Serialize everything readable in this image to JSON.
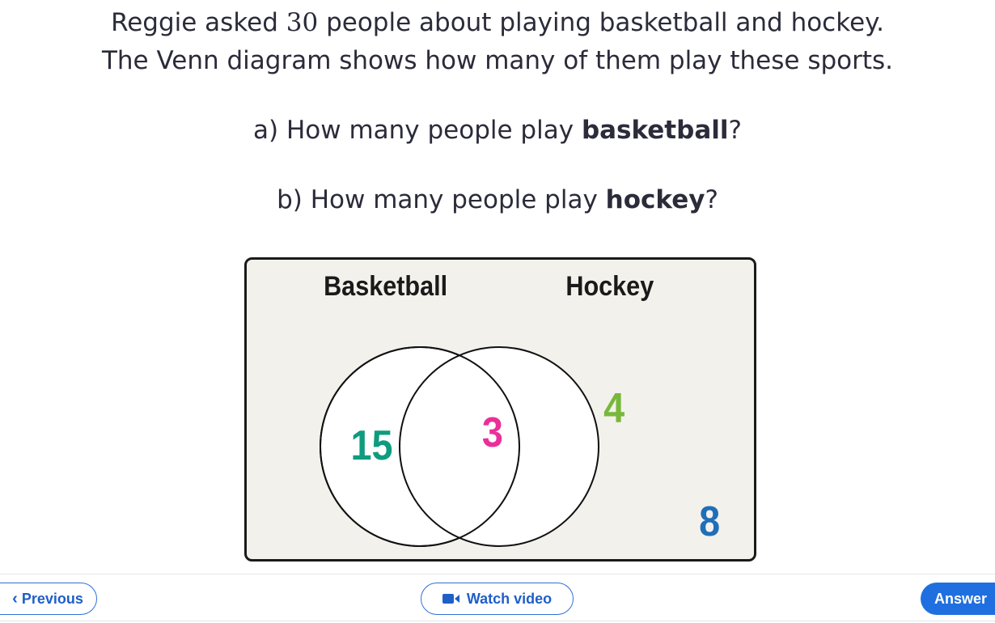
{
  "question": {
    "line1_before": "Reggie asked ",
    "line1_number": "30",
    "line1_after": " people about playing basketball and hockey.",
    "line2": "The Venn diagram shows how many of them play these sports.",
    "part_a_before": "a) How many people play ",
    "part_a_bold": "basketball",
    "part_a_after": "?",
    "part_b_before": "b) How many people play ",
    "part_b_bold": "hockey",
    "part_b_after": "?"
  },
  "venn": {
    "label_left": "Basketball",
    "label_right": "Hockey",
    "only_left": "15",
    "both": "3",
    "only_right": "4",
    "neither": "8",
    "colors": {
      "only_left": "#0e9c7e",
      "both": "#ea2f9a",
      "only_right": "#77b83a",
      "neither": "#1f6fb8",
      "background": "#f3f1ec"
    }
  },
  "footer": {
    "previous_label": "Previous",
    "previous_icon": "chevron-left-icon",
    "video_label": "Watch video",
    "video_icon": "video-camera-icon",
    "answer_label": "Answer"
  }
}
